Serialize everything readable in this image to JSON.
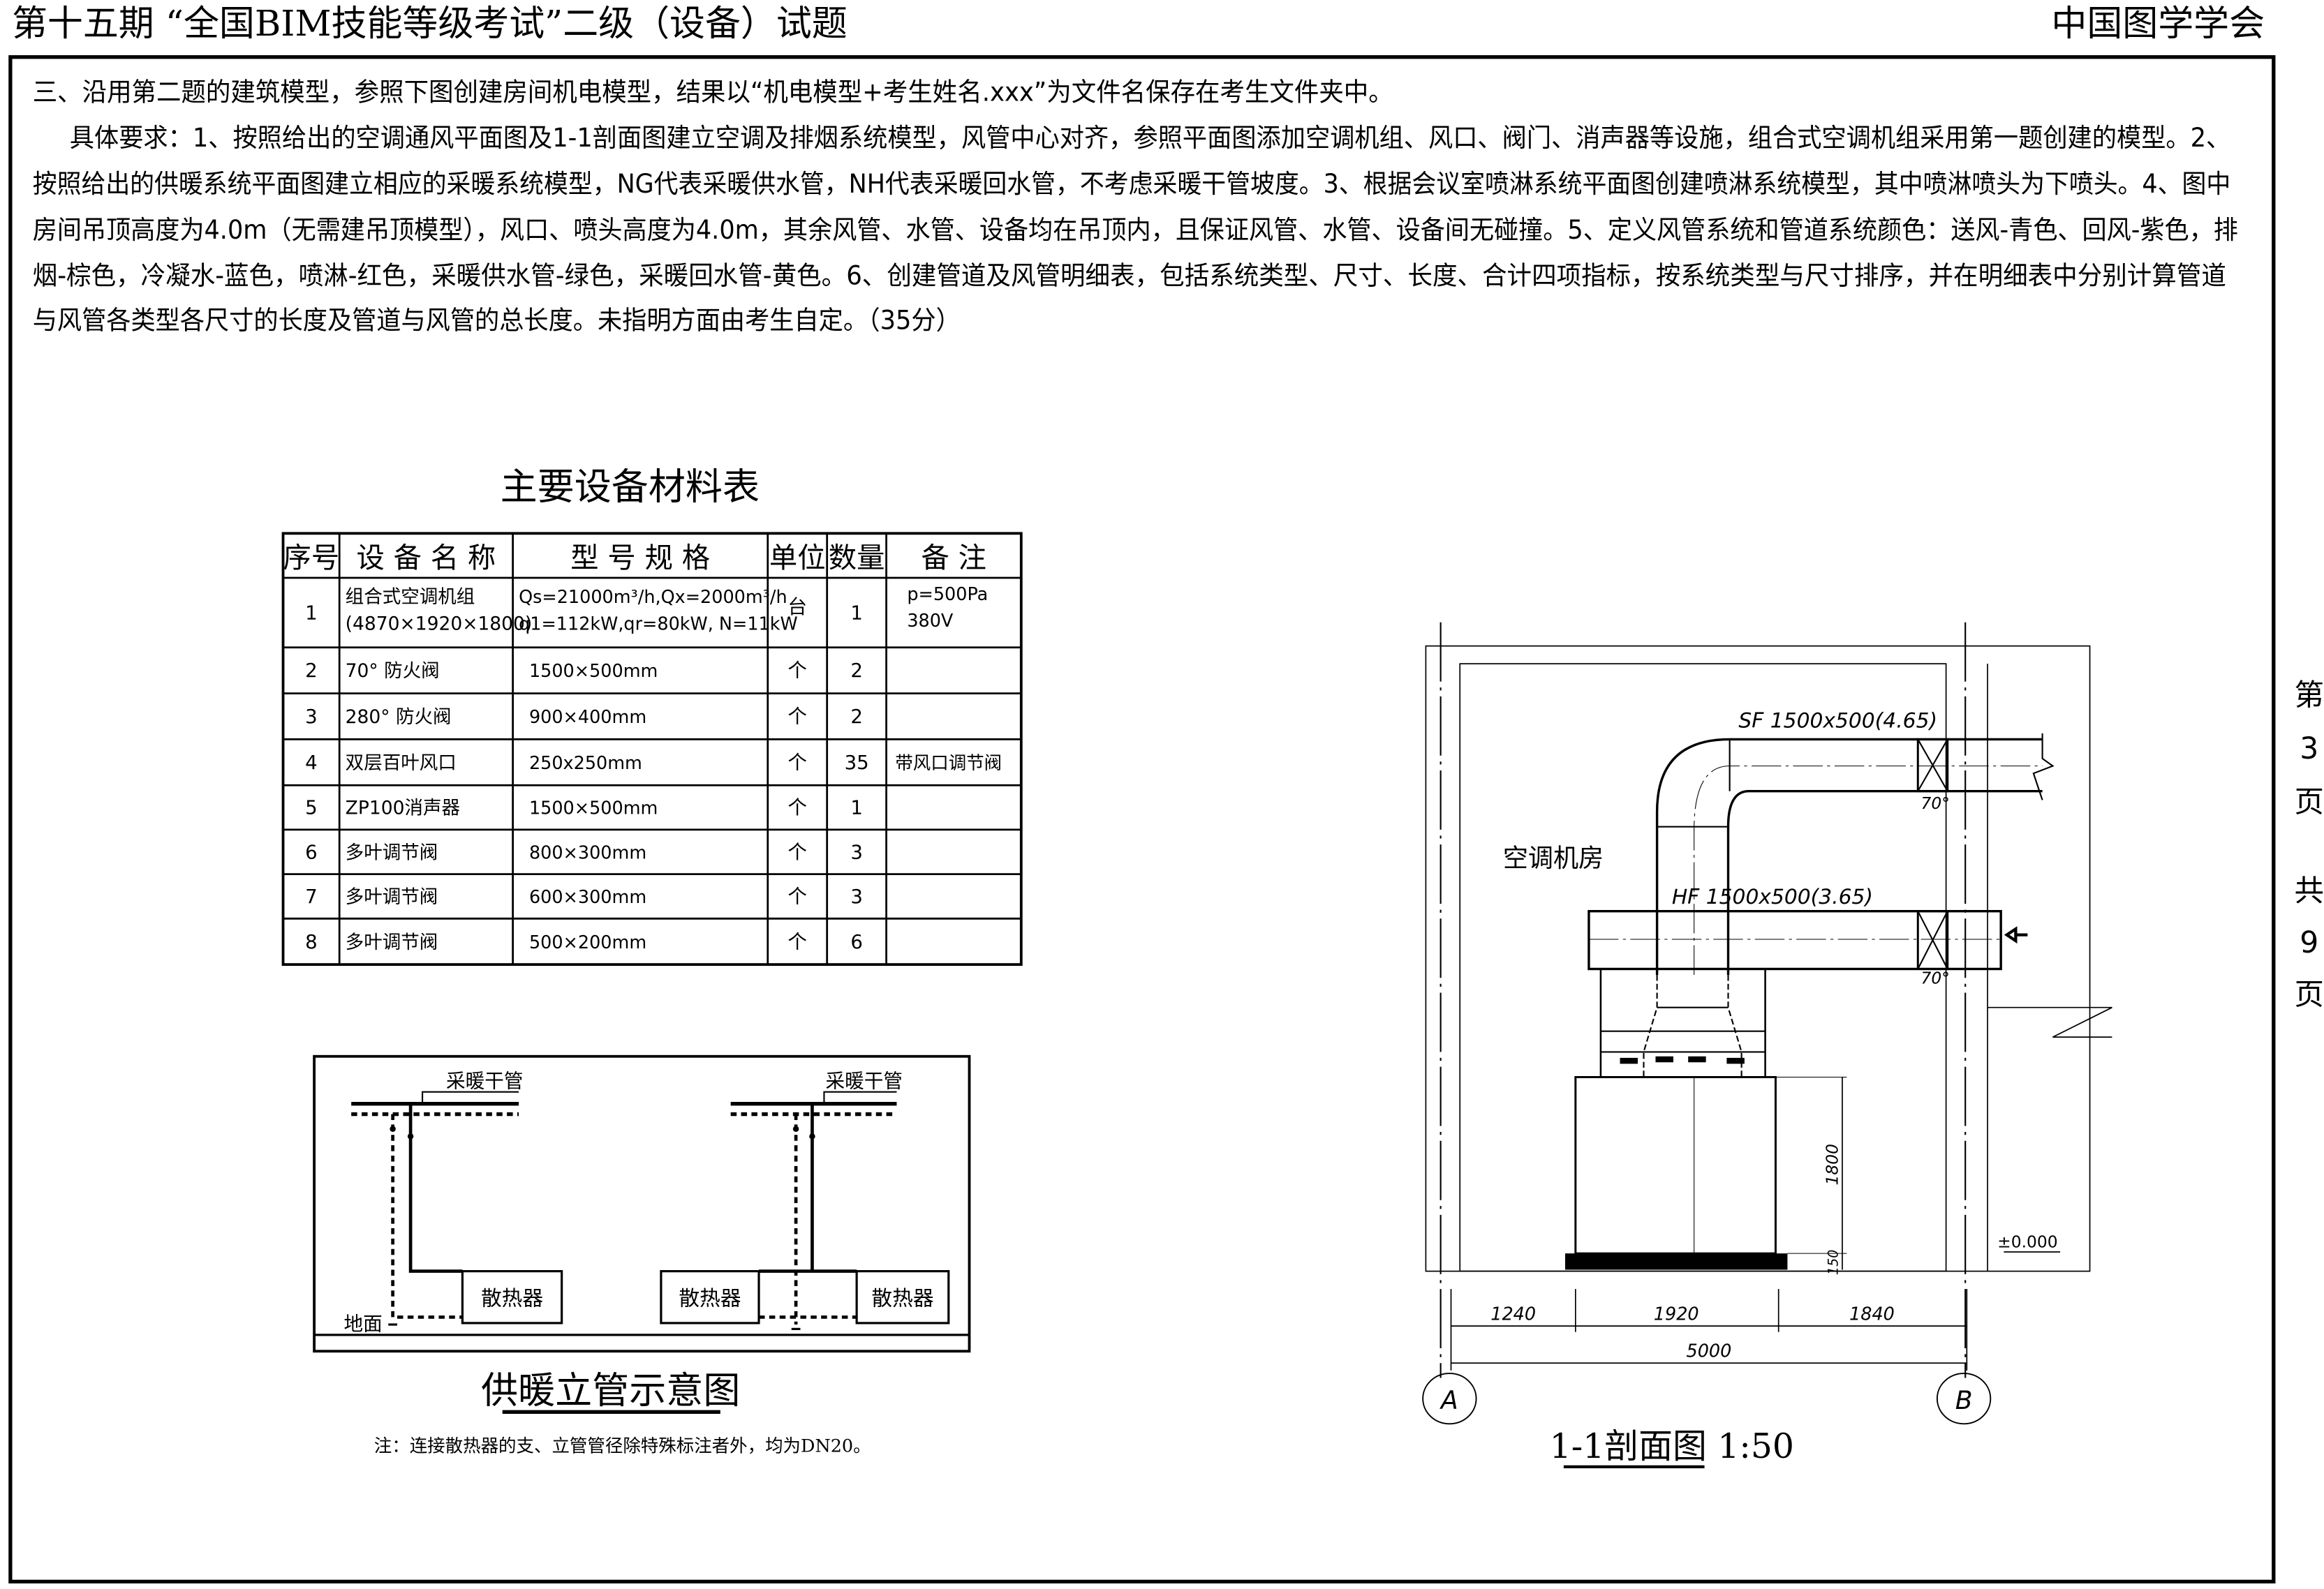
{
  "header": {
    "title": "第十五期 “全国BIM技能等级考试”二级（设备）试题",
    "organization": "中国图学学会"
  },
  "page_indicator": [
    "第",
    "3",
    "页",
    "共",
    "9",
    "页"
  ],
  "question": {
    "lines": [
      "三、沿用第二题的建筑模型，参照下图创建房间机电模型，结果以“机电模型+考生姓名.xxx”为文件名保存在考生文件夹中。",
      "具体要求：1、按照给出的空调通风平面图及1-1剖面图建立空调及排烟系统模型，风管中心对齐，参照平面图添加空调机组、风口、阀门、消声器等设施，组合式空调机组采用第一题创建的模型。2、",
      "按照给出的供暖系统平面图建立相应的采暖系统模型，NG代表采暖供水管，NH代表采暖回水管，不考虑采暖干管坡度。3、根据会议室喷淋系统平面图创建喷淋系统模型，其中喷淋喷头为下喷头。4、图中",
      "房间吊顶高度为4.0m（无需建吊顶模型），风口、喷头高度为4.0m，其余风管、水管、设备均在吊顶内，且保证风管、水管、设备间无碰撞。5、定义风管系统和管道系统颜色：送风-青色、回风-紫色，排",
      "烟-棕色，冷凝水-蓝色，喷淋-红色，采暖供水管-绿色，采暖回水管-黄色。6、创建管道及风管明细表，包括系统类型、尺寸、长度、合计四项指标，按系统类型与尺寸排序，并在明细表中分别计算管道",
      "与风管各类型各尺寸的长度及管道与风管的总长度。未指明方面由考生自定。（35分）"
    ]
  },
  "equipment_table": {
    "title": "主要设备材料表",
    "headers": [
      "序号",
      "设 备 名 称",
      "型  号  规  格",
      "单位",
      "数量",
      "备 注"
    ],
    "rows": [
      {
        "no": "1",
        "name": [
          "组合式空调机组",
          "(4870×1920×1800)"
        ],
        "spec": [
          "Qs=21000m³/h,Qx=2000m³/h",
          "q1=112kW,qr=80kW, N=11kW"
        ],
        "unit": "台",
        "qty": "1",
        "note": [
          "p=500Pa",
          "380V"
        ]
      },
      {
        "no": "2",
        "name": [
          "70° 防火阀"
        ],
        "spec": [
          "1500×500mm"
        ],
        "unit": "个",
        "qty": "2",
        "note": [
          ""
        ]
      },
      {
        "no": "3",
        "name": [
          "280° 防火阀"
        ],
        "spec": [
          "900×400mm"
        ],
        "unit": "个",
        "qty": "2",
        "note": [
          ""
        ]
      },
      {
        "no": "4",
        "name": [
          "双层百叶风口"
        ],
        "spec": [
          "250x250mm"
        ],
        "unit": "个",
        "qty": "35",
        "note": [
          "带风口调节阀"
        ]
      },
      {
        "no": "5",
        "name": [
          "ZP100消声器"
        ],
        "spec": [
          "1500×500mm"
        ],
        "unit": "个",
        "qty": "1",
        "note": [
          ""
        ]
      },
      {
        "no": "6",
        "name": [
          "多叶调节阀"
        ],
        "spec": [
          "800×300mm"
        ],
        "unit": "个",
        "qty": "3",
        "note": [
          ""
        ]
      },
      {
        "no": "7",
        "name": [
          "多叶调节阀"
        ],
        "spec": [
          "600×300mm"
        ],
        "unit": "个",
        "qty": "3",
        "note": [
          ""
        ]
      },
      {
        "no": "8",
        "name": [
          "多叶调节阀"
        ],
        "spec": [
          "500×200mm"
        ],
        "unit": "个",
        "qty": "6",
        "note": [
          ""
        ]
      }
    ]
  },
  "riser_diagram": {
    "title": "供暖立管示意图",
    "main_pipe_label": "采暖干管",
    "radiator_label": "散热器",
    "ground_label": "地面",
    "note": "注：连接散热器的支、立管管径除特殊标注者外，均为DN20。"
  },
  "section": {
    "title": "1-1剖面图  1:50",
    "room_label": "空调机房",
    "supply_duct": "SF 1500x500(4.65)",
    "return_duct": "HF 1500x500(3.65)",
    "damper_angle": "70°",
    "elevation": "±0.000",
    "dims": {
      "unit_height": "1800",
      "base_height": "150",
      "left": "1240",
      "middle": "1920",
      "right": "1840",
      "total": "5000"
    },
    "axes": [
      "A",
      "B"
    ]
  }
}
